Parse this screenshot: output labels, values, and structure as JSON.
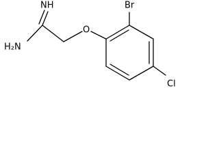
{
  "molecule": {
    "atoms": {
      "imine_nh": "NH",
      "amine_nh2": "H₂N",
      "ether_o": "O",
      "bromo": "Br",
      "chloro": "Cl"
    }
  }
}
